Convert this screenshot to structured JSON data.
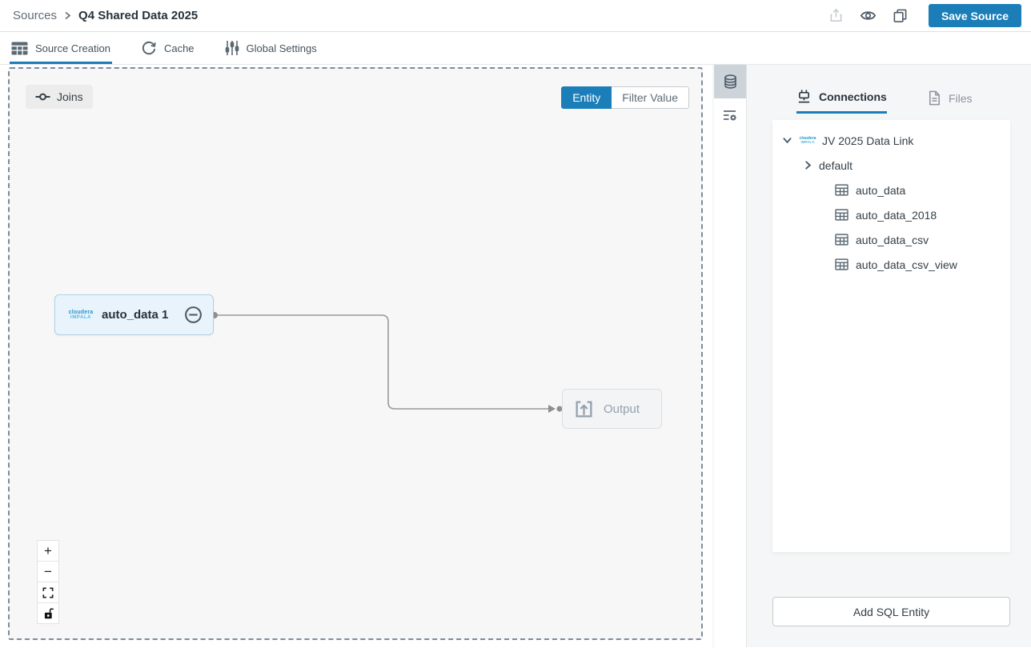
{
  "header": {
    "breadcrumb_root": "Sources",
    "title": "Q4 Shared Data 2025",
    "save_button": "Save Source"
  },
  "toolbar_tabs": {
    "source_creation": "Source Creation",
    "cache": "Cache",
    "global_settings": "Global Settings"
  },
  "canvas": {
    "joins_button": "Joins",
    "entity_toggle": "Entity",
    "filter_value_toggle": "Filter Value",
    "entity_node": {
      "vendor_line1": "cloudera",
      "vendor_line2": "IMPALA",
      "label": "auto_data 1"
    },
    "output_node_label": "Output",
    "zoom_controls": {
      "zoom_in": "+",
      "zoom_out": "−"
    }
  },
  "right_panel": {
    "connections_tab": "Connections",
    "files_tab": "Files",
    "tree": {
      "connection_name": "JV 2025 Data Link",
      "vendor_line1": "cloudera",
      "vendor_line2": "IMPALA",
      "database_name": "default",
      "tables": [
        "auto_data",
        "auto_data_2018",
        "auto_data_csv",
        "auto_data_csv_view"
      ]
    },
    "add_sql_entity_button": "Add SQL Entity"
  },
  "colors": {
    "accent_blue": "#1b7eb8",
    "node_fill": "#e9f3fb",
    "node_border": "#aed0e8",
    "connector_gray": "#999999",
    "canvas_bg": "#f7f7f7"
  }
}
